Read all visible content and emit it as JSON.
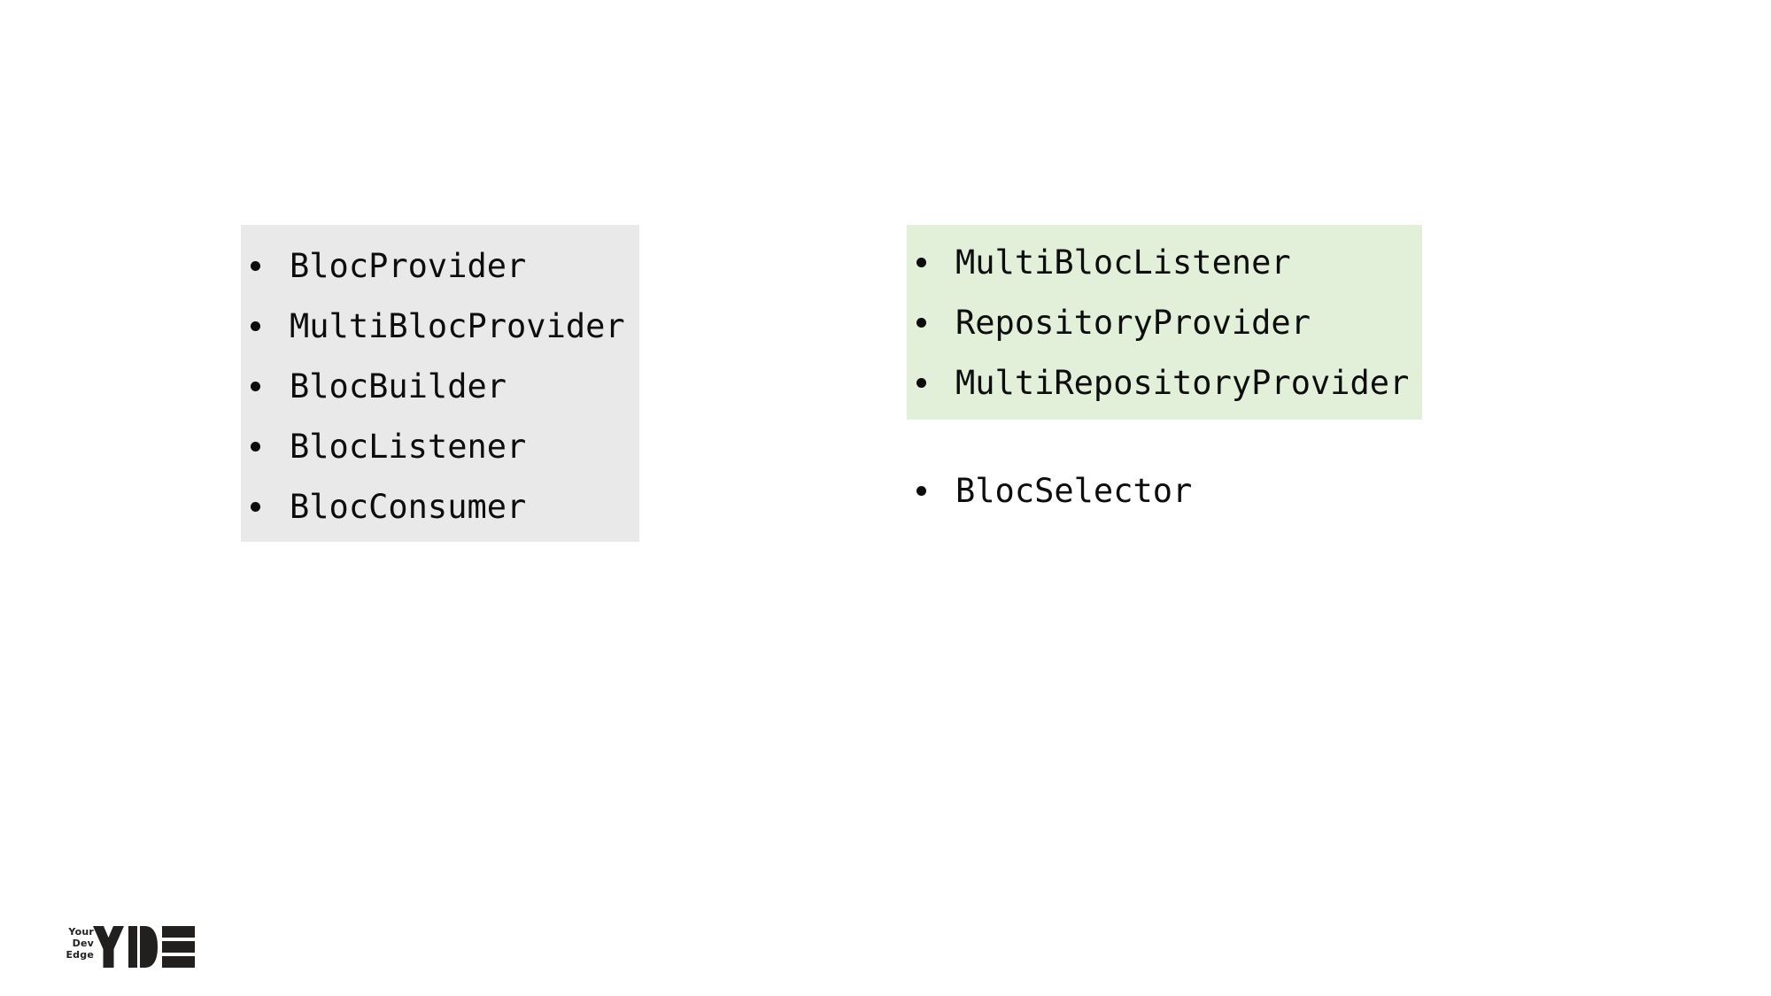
{
  "slide": {
    "background": "#ffffff",
    "text_color": "#0d0d0d"
  },
  "left_panel": {
    "background": "#e9e9e9",
    "items": [
      "BlocProvider",
      "MultiBlocProvider",
      "BlocBuilder",
      "BlocListener",
      "BlocConsumer"
    ]
  },
  "right_panel": {
    "background": "#e2efd9",
    "items": [
      "MultiBlocListener",
      "RepositoryProvider",
      "MultiRepositoryProvider"
    ]
  },
  "standalone_item": {
    "label": "BlocSelector"
  },
  "logo": {
    "tagline": [
      "Your",
      "Dev",
      "Edge"
    ],
    "monogram": "YDE",
    "color": "#221f1f"
  }
}
